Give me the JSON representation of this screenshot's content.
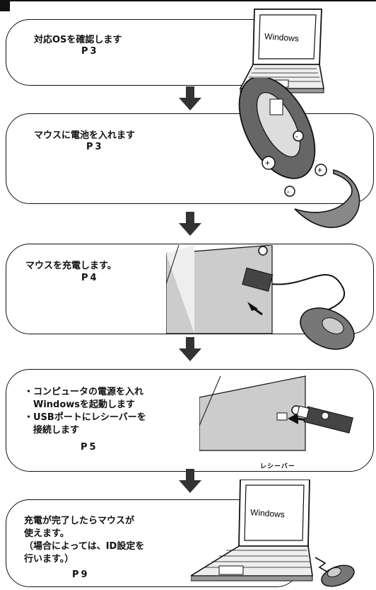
{
  "steps": [
    {
      "lines": [
        "対応OSを確認します"
      ],
      "page": "P3",
      "screen_text": "Windows"
    },
    {
      "lines": [
        "マウスに電池を入れます"
      ],
      "page": "P3"
    },
    {
      "lines": [
        "マウスを充電します。"
      ],
      "page": "P4"
    },
    {
      "lines": [
        "・コンピュータの電源を入れ",
        "　Windowsを起動します",
        "・USBポートにレシーバーを",
        "　接続します"
      ],
      "page": "P5",
      "caption": "レシーバー"
    },
    {
      "lines": [
        "充電が完了したらマウスが",
        "使えます。",
        "（場合によっては、ID設定を",
        "行います。）"
      ],
      "page": "P9",
      "screen_text": "Windows"
    }
  ]
}
